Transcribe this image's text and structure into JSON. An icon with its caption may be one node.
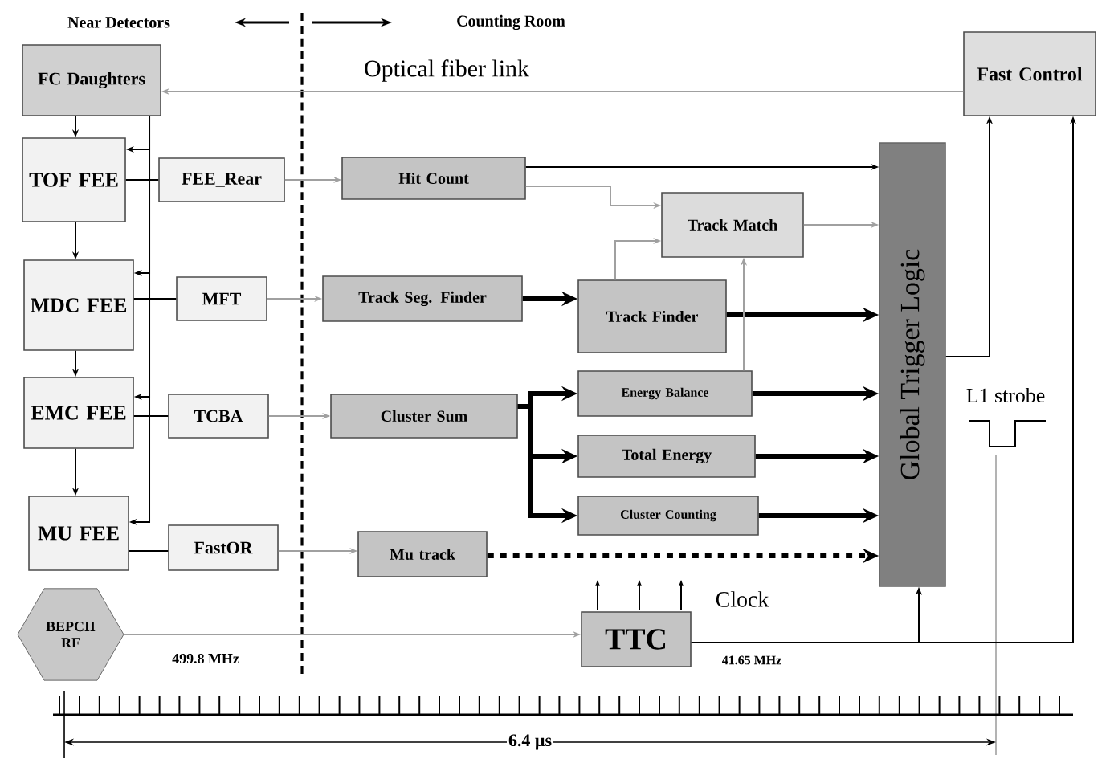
{
  "diagram": {
    "nodes": [
      {
        "text": [
          "FC Daughters"
        ]
      },
      {
        "text": [
          "TOF FEE"
        ]
      },
      {
        "text": [
          "MDC FEE"
        ]
      },
      {
        "text": [
          "EMC FEE"
        ]
      },
      {
        "text": [
          "MU FEE"
        ]
      },
      {
        "text": [
          "FEE_Rear"
        ]
      },
      {
        "text": [
          "MFT"
        ]
      },
      {
        "text": [
          "TCBA"
        ]
      },
      {
        "text": [
          "FastOR"
        ]
      },
      {
        "text": [
          "Hit Count"
        ]
      },
      {
        "text": [
          "Track Seg. Finder"
        ]
      },
      {
        "text": [
          "Cluster Sum"
        ]
      },
      {
        "text": [
          "Mu track"
        ]
      },
      {
        "text": [
          "Track Match"
        ]
      },
      {
        "text": [
          "Track Finder"
        ]
      },
      {
        "text": [
          "Energy Balance"
        ]
      },
      {
        "text": [
          "Total  Energy"
        ]
      },
      {
        "text": [
          "Cluster Counting"
        ]
      },
      {
        "text": [
          "Global Trigger Logic"
        ]
      },
      {
        "text": [
          "Fast Control"
        ]
      },
      {
        "text": [
          "BEPCII RF"
        ]
      },
      {
        "text": [
          "TTC"
        ]
      }
    ],
    "edges": [
      {
        "from": 19,
        "to": 0,
        "arrow": "to",
        "label": "Optical fiber link",
        "color": "#a0a0a0"
      },
      {
        "from": 0,
        "to": 1,
        "arrow": "to"
      },
      {
        "from": 1,
        "to": 2,
        "arrow": "to"
      },
      {
        "from": 2,
        "to": 3,
        "arrow": "to"
      },
      {
        "from": 3,
        "to": 4,
        "arrow": "to"
      },
      {
        "from": 0,
        "to": 1,
        "arrow": "to"
      },
      {
        "from": 0,
        "to": 2,
        "arrow": "to"
      },
      {
        "from": 0,
        "to": 3,
        "arrow": "to"
      },
      {
        "from": 0,
        "to": 4,
        "arrow": "to"
      },
      {
        "from": 1,
        "to": 5,
        "arrow": "none"
      },
      {
        "from": 2,
        "to": 6,
        "arrow": "none"
      },
      {
        "from": 3,
        "to": 7,
        "arrow": "none"
      },
      {
        "from": 4,
        "to": 8,
        "arrow": "none"
      },
      {
        "from": 5,
        "to": 9,
        "arrow": "to",
        "color": "#a0a0a0"
      },
      {
        "from": 6,
        "to": 10,
        "arrow": "to",
        "color": "#a0a0a0"
      },
      {
        "from": 7,
        "to": 11,
        "arrow": "to",
        "color": "#a0a0a0"
      },
      {
        "from": 8,
        "to": 12,
        "arrow": "to",
        "color": "#a0a0a0"
      },
      {
        "from": 9,
        "to": 18,
        "arrow": "to"
      },
      {
        "from": 9,
        "to": 13,
        "arrow": "to",
        "color": "#a0a0a0"
      },
      {
        "from": 10,
        "to": 14,
        "arrow": "to",
        "style": "thick"
      },
      {
        "from": 14,
        "to": 13,
        "arrow": "to",
        "color": "#a0a0a0"
      },
      {
        "from": 14,
        "to": 18,
        "arrow": "to",
        "style": "thick"
      },
      {
        "from": 15,
        "to": 13,
        "arrow": "to",
        "color": "#a0a0a0"
      },
      {
        "from": 13,
        "to": 18,
        "arrow": "to",
        "color": "#a0a0a0"
      },
      {
        "from": 11,
        "to": 15,
        "arrow": "to",
        "style": "thick"
      },
      {
        "from": 11,
        "to": 16,
        "arrow": "to",
        "style": "thick"
      },
      {
        "from": 11,
        "to": 17,
        "arrow": "to",
        "style": "thick"
      },
      {
        "from": 15,
        "to": 18,
        "arrow": "to",
        "style": "thick"
      },
      {
        "from": 16,
        "to": 18,
        "arrow": "to",
        "style": "thick"
      },
      {
        "from": 17,
        "to": 18,
        "arrow": "to",
        "style": "thick"
      },
      {
        "from": 12,
        "to": 18,
        "arrow": "to",
        "style": "dashed"
      },
      {
        "from": 18,
        "to": 19,
        "arrow": "to"
      },
      {
        "from": 21,
        "to": 19,
        "arrow": "to"
      },
      {
        "from": 21,
        "to": 18,
        "arrow": "to"
      },
      {
        "from": 20,
        "to": 21,
        "arrow": "to",
        "label": "499.8 MHz",
        "color": "#a0a0a0"
      }
    ],
    "labels": [
      "Near Detectors",
      "Counting Room",
      "L1 strobe",
      "Clock",
      "41.65 MHz",
      "6.4 µs"
    ]
  }
}
